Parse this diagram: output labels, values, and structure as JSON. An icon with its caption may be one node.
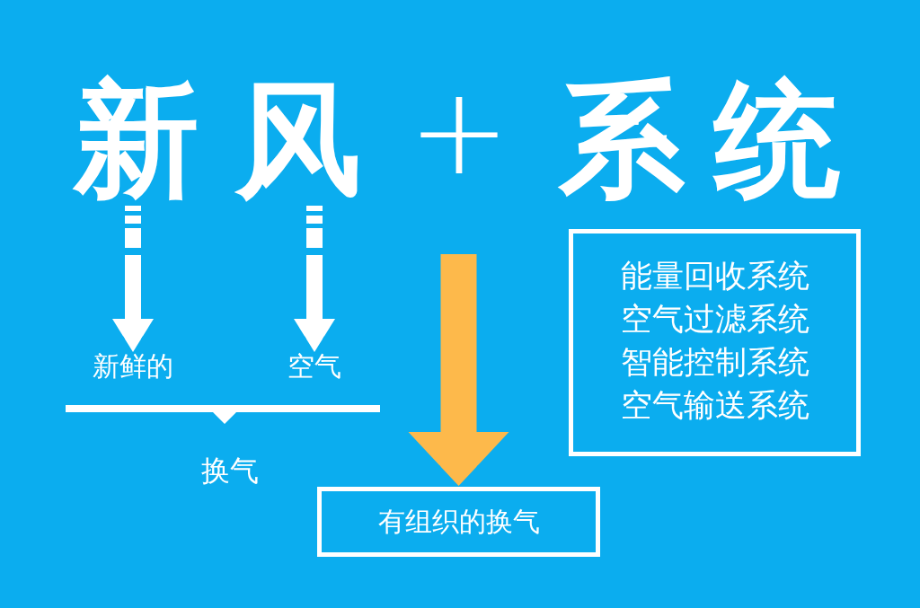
{
  "diagram": {
    "nodes": [
      {
        "text": [
          "新"
        ]
      },
      {
        "text": [
          "风"
        ]
      },
      {
        "text": [
          "新鲜的"
        ]
      },
      {
        "text": [
          "空气"
        ]
      },
      {
        "text": [],
        "shape": "bracket"
      },
      {
        "text": [
          "有组织的换气"
        ]
      },
      {
        "text": [
          "能量回收系统",
          "空气过滤系统",
          "智能控制系统",
          "空气输送系统"
        ]
      }
    ],
    "edges": [
      {
        "from": 0,
        "to": 2,
        "arrow": "to"
      },
      {
        "from": 1,
        "to": 3,
        "arrow": "to"
      },
      {
        "from": null,
        "to": 5,
        "arrow": "to",
        "style": "thick",
        "color": "#fdb94b"
      }
    ],
    "labels": [
      "+",
      "系统",
      "换气"
    ]
  }
}
